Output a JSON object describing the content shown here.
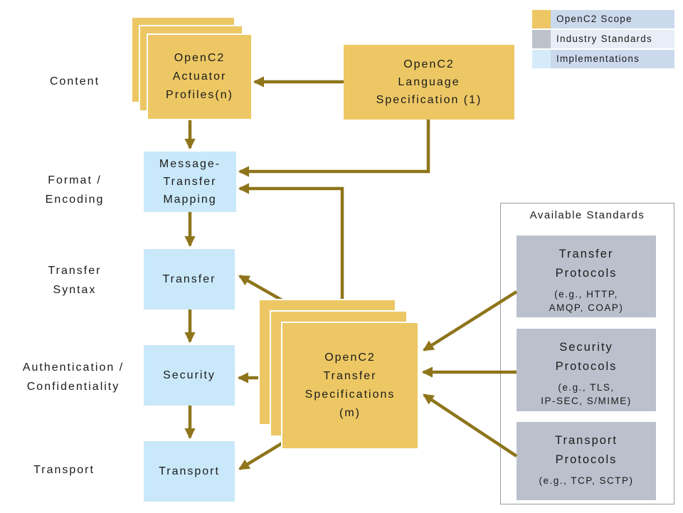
{
  "colors": {
    "openc2_scope_yellow": "#ecc764",
    "industry_standards_gray": "#bcc3cb",
    "implementations_blue": "#d5ebfa",
    "process_box_blue": "#c9e8fa",
    "protocol_box_gray": "#bac1cc",
    "arrow_olive": "#8e751b",
    "legend_label_bg": "#cbd9ec",
    "legend_label_bg_light": "#e8eef7",
    "panel_border_gray": "#9c9c9c"
  },
  "legend": {
    "items": [
      {
        "label": "OpenC2 Scope"
      },
      {
        "label": "Industry Standards"
      },
      {
        "label": "Implementations"
      }
    ]
  },
  "row_labels": {
    "content": "Content",
    "format_encoding": "Format /\nEncoding",
    "transfer_syntax": "Transfer\nSyntax",
    "authentication_confidentiality": "Authentication /\nConfidentiality",
    "transport": "Transport"
  },
  "nodes": {
    "actuator_profiles": "OpenC2\nActuator\nProfiles(n)",
    "language_spec": "OpenC2\nLanguage\nSpecification (1)",
    "message_transfer_mapping": "Message-\nTransfer\nMapping",
    "transfer": "Transfer",
    "security": "Security",
    "transport": "Transport",
    "transfer_specs": "OpenC2\nTransfer\nSpecifications\n(m)"
  },
  "standards": {
    "title": "Available Standards",
    "boxes": [
      {
        "name": "Transfer\nProtocols",
        "detail": "(e.g., HTTP,\nAMQP, COAP)"
      },
      {
        "name": "Security\nProtocols",
        "detail": "(e.g.,  TLS,\nIP-SEC, S/MIME)"
      },
      {
        "name": "Transport\nProtocols",
        "detail": "(e.g.,  TCP,  SCTP)"
      }
    ]
  }
}
